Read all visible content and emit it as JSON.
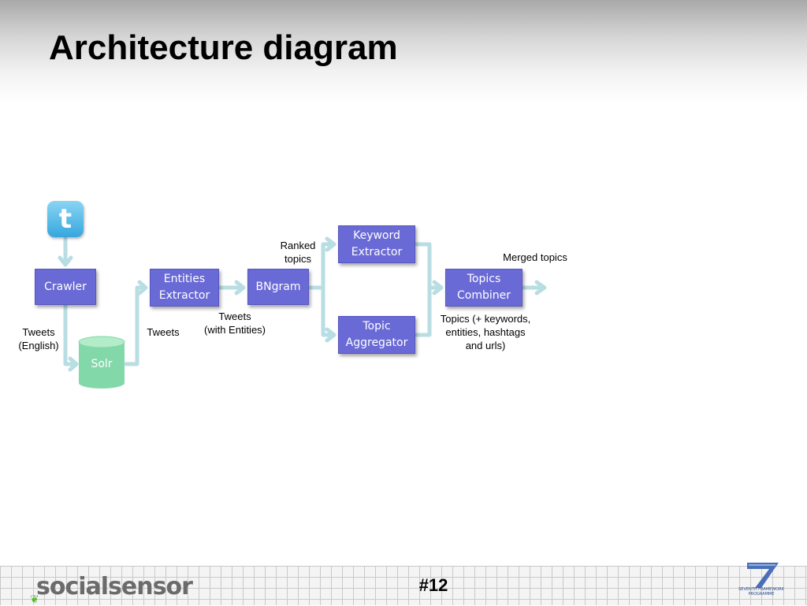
{
  "slide": {
    "title": "Architecture diagram",
    "page_number": "#12"
  },
  "nodes": {
    "crawler": "Crawler",
    "entities": "Entities\nExtractor",
    "bngram": "BNgram",
    "keyword": "Keyword\nExtractor",
    "topic_agg": "Topic\nAggregator",
    "combiner": "Topics\nCombiner",
    "solr": "Solr"
  },
  "labels": {
    "tweets_english": "Tweets\n(English)",
    "tweets": "Tweets",
    "tweets_entities": "Tweets\n(with Entities)",
    "ranked_topics": "Ranked\ntopics",
    "merged_topics": "Merged topics",
    "topics_plus": "Topics (+ keywords,\nentities, hashtags\nand urls)"
  },
  "footer": {
    "brand": "socialsensor",
    "programme": "SEVENTH FRAMEWORK\nPROGRAMME"
  },
  "colors": {
    "box": "#6a6ad6",
    "arrow": "#b8dde3",
    "solr": "#82d8a9",
    "twitter": "#3aa9df"
  }
}
